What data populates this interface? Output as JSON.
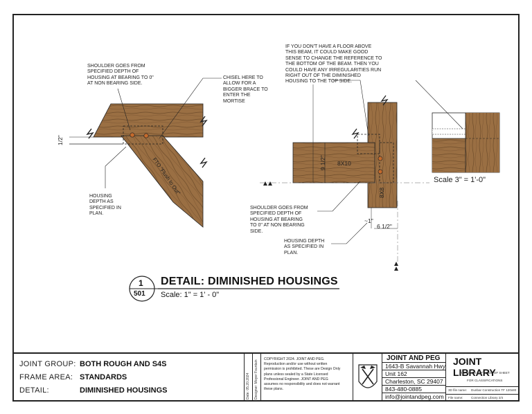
{
  "notes": {
    "shoulder_left": "SHOULDER GOES FROM\nSPECIFIED DEPTH OF\nHOUSING AT BEARING TO 0\"\nAT NON BEARING SIDE.",
    "chisel": "CHISEL HERE TO\nALLOW FOR A\nBIGGER BRACE TO\nENTER THE\nMORTISE",
    "housing_left": "HOUSING\nDEPTH AS\nSPECIFIED IN\nPLAN.",
    "floor_above": "IF YOU DON'T HAVE A FLOOR ABOVE\nTHIS BEAM, IT COULD MAKE GOOD\nSENSE TO CHANGE THE REFERENCE TO\nTHE BOTTOM OF THE BEAM.  THEN YOU\nCOULD HAVE ANY IRREGULARITIES RUN\nRIGHT OUT OF THE DIMINISHED\nHOUSING TO THE TOP SIDE.",
    "shoulder_right": "SHOULDER GOES FROM\nSPECIFIED DEPTH OF\nHOUSING AT BEARING\nTO 0\" AT NON BEARING\nSIDE.",
    "housing_right": "HOUSING DEPTH\nAS SPECIFIED IN\nPLAN."
  },
  "dims": {
    "half_inch": "1/2\"",
    "nine_half": "9 1/2\"",
    "beam": "8X10",
    "post": "8X8",
    "one_inch": "~1\"",
    "six_half": "6 1/2\"",
    "brace_label": "FTO \"Flush to Out\"",
    "scale_detail": "Scale 3\" = 1'-0\""
  },
  "detail": {
    "number": "1",
    "sheet": "501",
    "title": "DETAIL: DIMINISHED HOUSINGS",
    "scale": "Scale:   1\" = 1' - 0\""
  },
  "titleblock": {
    "joint_group_label": "JOINT GROUP:",
    "joint_group_value": "BOTH ROUGH AND S4S",
    "frame_area_label": "FRAME AREA:",
    "frame_area_value": "STANDARDS",
    "detail_label": "DETAIL:",
    "detail_value": "DIMINISHED HOUSINGS",
    "date_label": "Date:",
    "date_value": "05.20.2024",
    "designer_label": "Designer:",
    "designer_value": "Moyer Fountain",
    "copyright": "COPYRIGHT 2024. JOINT AND PEG.\nReproduction and/or use without written\npermission is prohibited.  These are Design Only\nplans unless sealed by a State Licensed\nProfessional Engineer.  JOINT AND PEG\nassumes no responsibility and does not warrant\nthese plans.",
    "company": "JOINT AND PEG",
    "address1": "1643-B Savannah Hwy",
    "address2": "Unit 162",
    "address3": "Charleston, SC 29407",
    "phone": "843-480-0885",
    "email": "info@jointandpeg.com",
    "library": "JOINT LIBRARY",
    "refer1": "REFER TO LEFT SIDE OF SHEET",
    "refer2": "FOR CLASSIFICATIONS",
    "file_3d_label": "3D file name:",
    "file_3d_value": "Dunbar Construction TF 120x80",
    "file_label": "File name:",
    "file_value": "Connection Library 2/4"
  },
  "colors": {
    "wood": "#9a6f43",
    "wood_dark": "#6f4d2b",
    "wood_light": "#b48a5c",
    "line": "#222222"
  }
}
